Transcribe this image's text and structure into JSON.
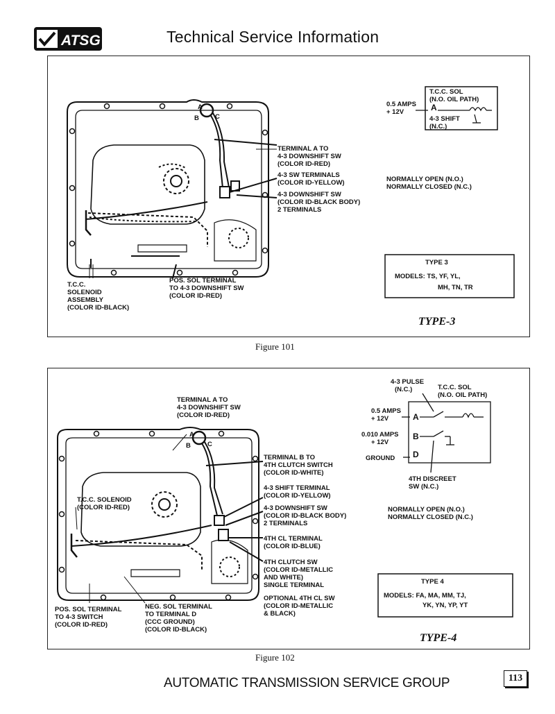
{
  "header": {
    "logo_text": "ATSG",
    "title": "Technical Service Information"
  },
  "figure101": {
    "caption": "Figure 101",
    "type_label": "TYPE-3",
    "labels": {
      "terminal_a": [
        "TERMINAL A TO",
        "4-3 DOWNSHIFT SW",
        "(COLOR ID-RED)"
      ],
      "sw43_terminals": [
        "4-3 SW TERMINALS",
        "(COLOR ID-YELLOW)"
      ],
      "downshift_sw": [
        "4-3 DOWNSHIFT SW",
        "(COLOR ID-BLACK BODY)",
        "2 TERMINALS"
      ],
      "tcc_solenoid": [
        "T.C.C.",
        "SOLENOID",
        "ASSEMBLY",
        "(COLOR ID-BLACK)"
      ],
      "pos_sol": [
        "POS. SOL TERMINAL",
        "TO 4-3 DOWNSHIFT SW",
        "(COLOR ID-RED)"
      ],
      "amps": "0.5 AMPS",
      "volts": "+ 12V",
      "term_a": "A",
      "tcc_sol": [
        "T.C.C. SOL",
        "(N.O. OIL PATH)"
      ],
      "shift": [
        "4-3 SHIFT",
        "(N.C.)"
      ],
      "normally": [
        "NORMALLY OPEN (N.O.)",
        "NORMALLY CLOSED (N.C.)"
      ],
      "connector": [
        "A",
        "B",
        "C"
      ]
    },
    "models_box": {
      "type": "TYPE 3",
      "line1": "MODELS: TS, YF, YL,",
      "line2": "MH, TN, TR"
    }
  },
  "figure102": {
    "caption": "Figure 102",
    "type_label": "TYPE-4",
    "labels": {
      "terminal_a": [
        "TERMINAL A TO",
        "4-3 DOWNSHIFT SW",
        "(COLOR ID-RED)"
      ],
      "terminal_b": [
        "TERMINAL B TO",
        "4TH CLUTCH SWITCH",
        "(COLOR ID-WHITE)"
      ],
      "shift_terminal": [
        "4-3 SHIFT TERMINAL",
        "(COLOR ID-YELLOW)"
      ],
      "downshift_sw": [
        "4-3 DOWNSHIFT SW",
        "(COLOR ID-BLACK BODY)",
        "2 TERMINALS"
      ],
      "cl_terminal": [
        "4TH CL TERMINAL",
        "(COLOR ID-BLUE)"
      ],
      "clutch_sw": [
        "4TH CLUTCH SW",
        "(COLOR ID-METALLIC",
        "AND WHITE)",
        "SINGLE TERMINAL"
      ],
      "optional": [
        "OPTIONAL 4TH CL SW",
        "(COLOR ID-METALLIC",
        "& BLACK)"
      ],
      "tcc_solenoid": [
        "T.C.C. SOLENOID",
        "(COLOR ID-RED)"
      ],
      "pos_sol": [
        "POS. SOL TERMINAL",
        "TO 4-3 SWITCH",
        "(COLOR ID-RED)"
      ],
      "neg_sol": [
        "NEG. SOL TERMINAL",
        "TO TERMINAL D",
        "(CCC GROUND)",
        "(COLOR ID-BLACK)"
      ],
      "pulse": [
        "4-3 PULSE",
        "(N.C.)"
      ],
      "tcc_sol": [
        "T.C.C. SOL",
        "(N.O. OIL PATH)"
      ],
      "amps_a": "0.5 AMPS",
      "volts_a": "+ 12V",
      "amps_b": "0.010 AMPS",
      "volts_b": "+ 12V",
      "ground": "GROUND",
      "term_a": "A",
      "term_b": "B",
      "term_d": "D",
      "discreet": [
        "4TH DISCREET",
        "SW (N.C.)"
      ],
      "normally": [
        "NORMALLY OPEN (N.O.)",
        "NORMALLY CLOSED (N.C.)"
      ],
      "connector": [
        "A",
        "B",
        "C"
      ]
    },
    "models_box": {
      "type": "TYPE 4",
      "line1": "MODELS: FA, MA, MM, TJ,",
      "line2": "YK, YN, YP, YT"
    }
  },
  "footer": {
    "text": "AUTOMATIC TRANSMISSION SERVICE GROUP",
    "page_number": "113"
  }
}
